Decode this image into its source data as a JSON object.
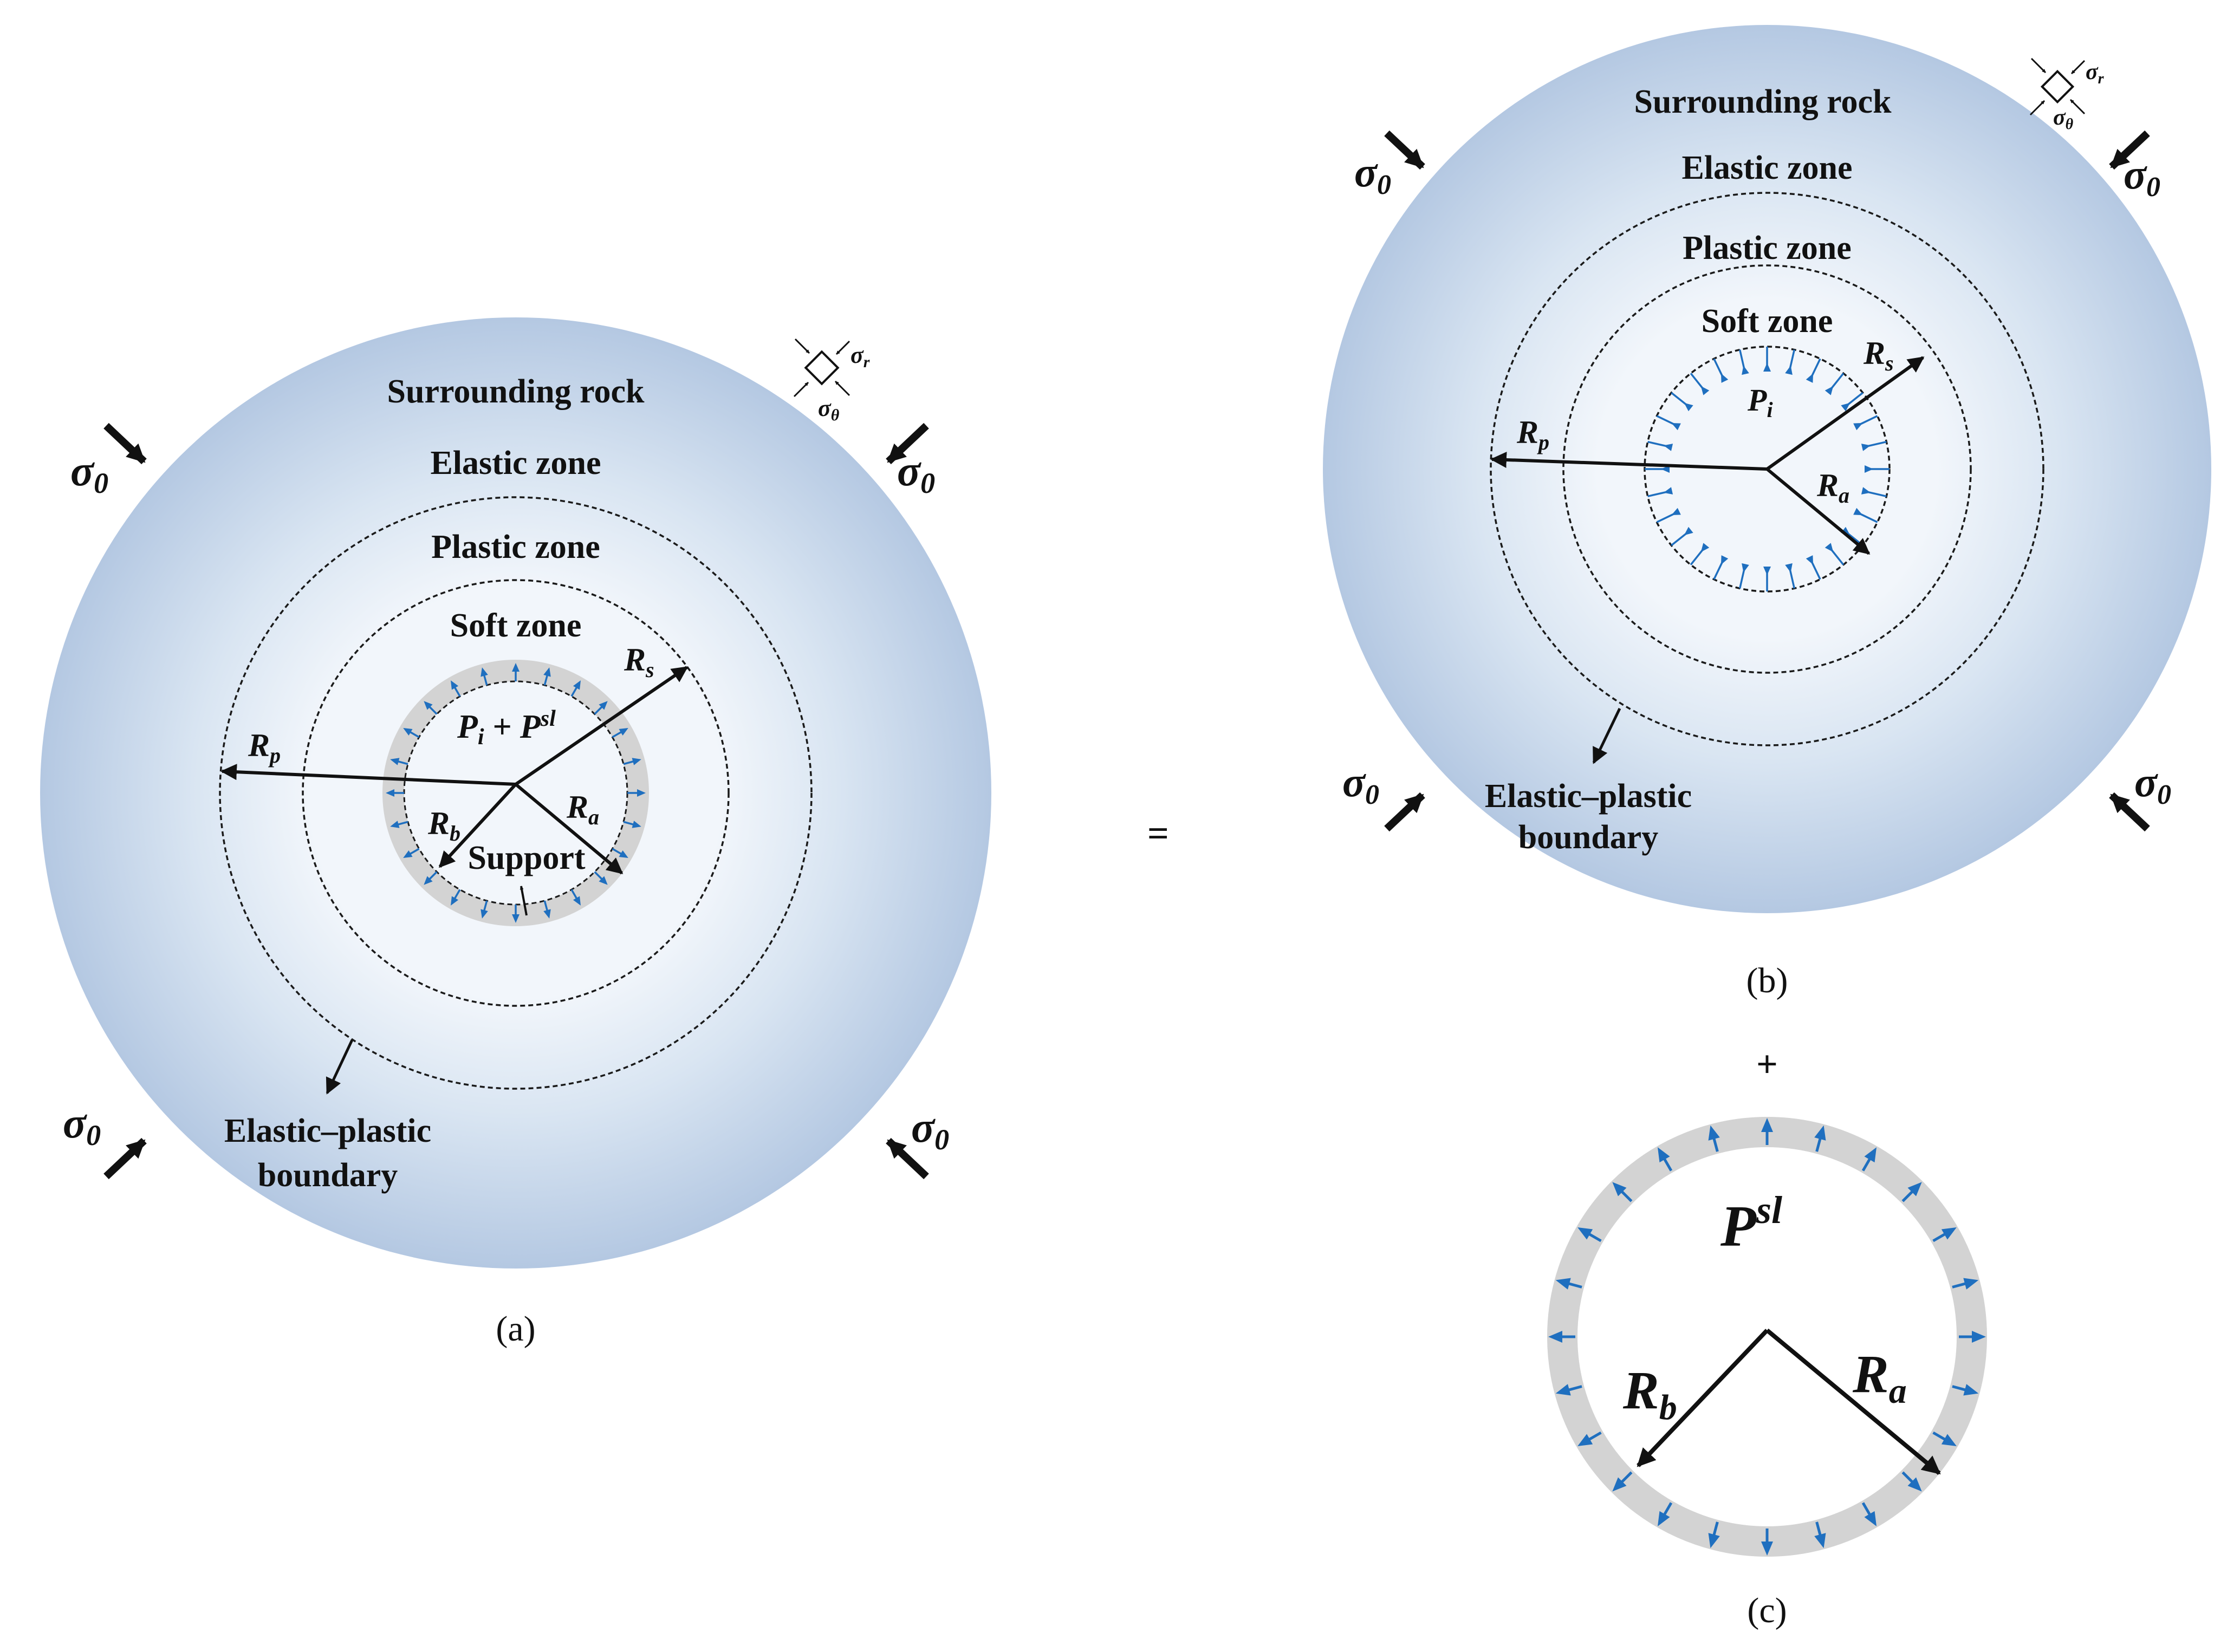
{
  "operators": {
    "equals": "=",
    "plus": "+"
  },
  "panel_a": {
    "caption": "(a)",
    "surrounding_rock": "Surrounding rock",
    "elastic_zone": "Elastic zone",
    "plastic_zone": "Plastic zone",
    "soft_zone": "Soft zone",
    "support": "Support",
    "load_main": "P",
    "load_main_sub": "i",
    "load_plus": " + P",
    "load_plus_sup": "sl",
    "boundary_line1": "Elastic–plastic",
    "boundary_line2": "boundary",
    "radius_p": "R",
    "radius_p_sub": "p",
    "radius_s": "R",
    "radius_s_sub": "s",
    "radius_a": "R",
    "radius_a_sub": "a",
    "radius_b": "R",
    "radius_b_sub": "b",
    "sigma": "σ",
    "sigma_sub": "0",
    "element_r": "σ",
    "element_r_sub": "r",
    "element_theta": "σ",
    "element_theta_sub": "θ"
  },
  "panel_b": {
    "caption": "(b)",
    "surrounding_rock": "Surrounding rock",
    "elastic_zone": "Elastic zone",
    "plastic_zone": "Plastic zone",
    "soft_zone": "Soft zone",
    "load": "P",
    "load_sub": "i",
    "boundary_line1": "Elastic–plastic",
    "boundary_line2": "boundary",
    "radius_p": "R",
    "radius_p_sub": "p",
    "radius_s": "R",
    "radius_s_sub": "s",
    "radius_a": "R",
    "radius_a_sub": "a",
    "sigma": "σ",
    "sigma_sub": "0",
    "element_r": "σ",
    "element_r_sub": "r",
    "element_theta": "σ",
    "element_theta_sub": "θ"
  },
  "panel_c": {
    "caption": "(c)",
    "load": "P",
    "load_sup": "sl",
    "radius_a": "R",
    "radius_a_sub": "a",
    "radius_b": "R",
    "radius_b_sub": "b"
  },
  "colors": {
    "rock_outer": "#b4c8e2",
    "rock_inner": "#f2f6fb",
    "support_ring": "#d3d3d3",
    "pressure_arrow": "#1f6fbf",
    "line": "#111111"
  }
}
